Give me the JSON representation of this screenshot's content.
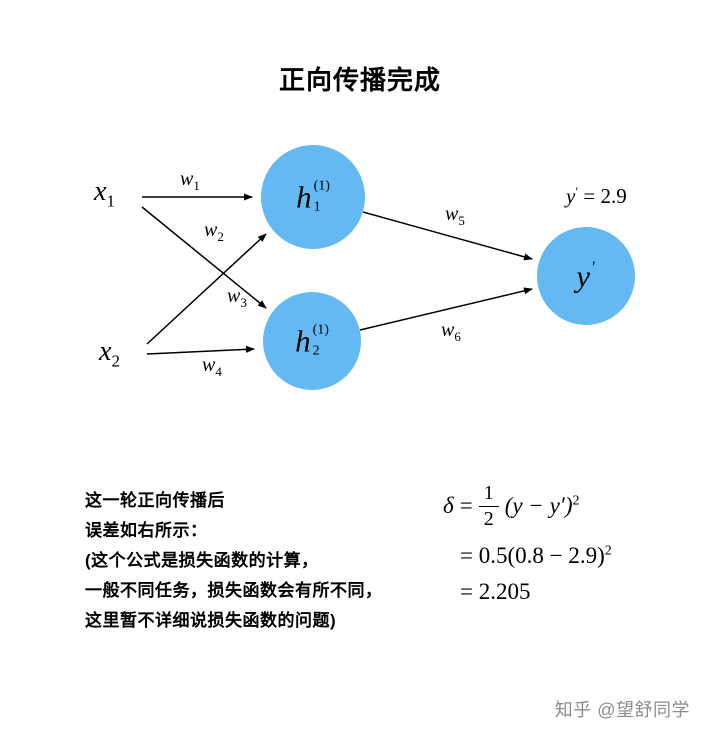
{
  "title": "正向传播完成",
  "colors": {
    "node_fill": "#64b9f2"
  },
  "diagram": {
    "inputs": [
      {
        "base": "x",
        "sub": "1"
      },
      {
        "base": "x",
        "sub": "2"
      }
    ],
    "hidden": [
      {
        "base": "h",
        "sub": "1",
        "sup": "(1)"
      },
      {
        "base": "h",
        "sub": "2",
        "sup": "(1)"
      }
    ],
    "output": {
      "base": "y",
      "prime": "′"
    },
    "output_value": {
      "base": "y",
      "prime": "′",
      "rest": " = 2.9"
    },
    "weights": [
      {
        "base": "w",
        "sub": "1"
      },
      {
        "base": "w",
        "sub": "2"
      },
      {
        "base": "w",
        "sub": "3"
      },
      {
        "base": "w",
        "sub": "4"
      },
      {
        "base": "w",
        "sub": "5"
      },
      {
        "base": "w",
        "sub": "6"
      }
    ]
  },
  "note_lines": [
    "这一轮正向传播后",
    "误差如右所示：",
    "(这个公式是损失函数的计算，",
    "一般不同任务，损失函数会有所不同，",
    "这里暂不详细说损失函数的问题)"
  ],
  "loss": {
    "delta": "δ",
    "eq": "=",
    "frac_num": "1",
    "frac_den": "2",
    "body1": "(y − y′)",
    "exp1": "2",
    "line2_body": "= 0.5(0.8 − 2.9)",
    "exp2": "2",
    "line3": "= 2.205"
  },
  "watermark": "知乎 @望舒同学"
}
